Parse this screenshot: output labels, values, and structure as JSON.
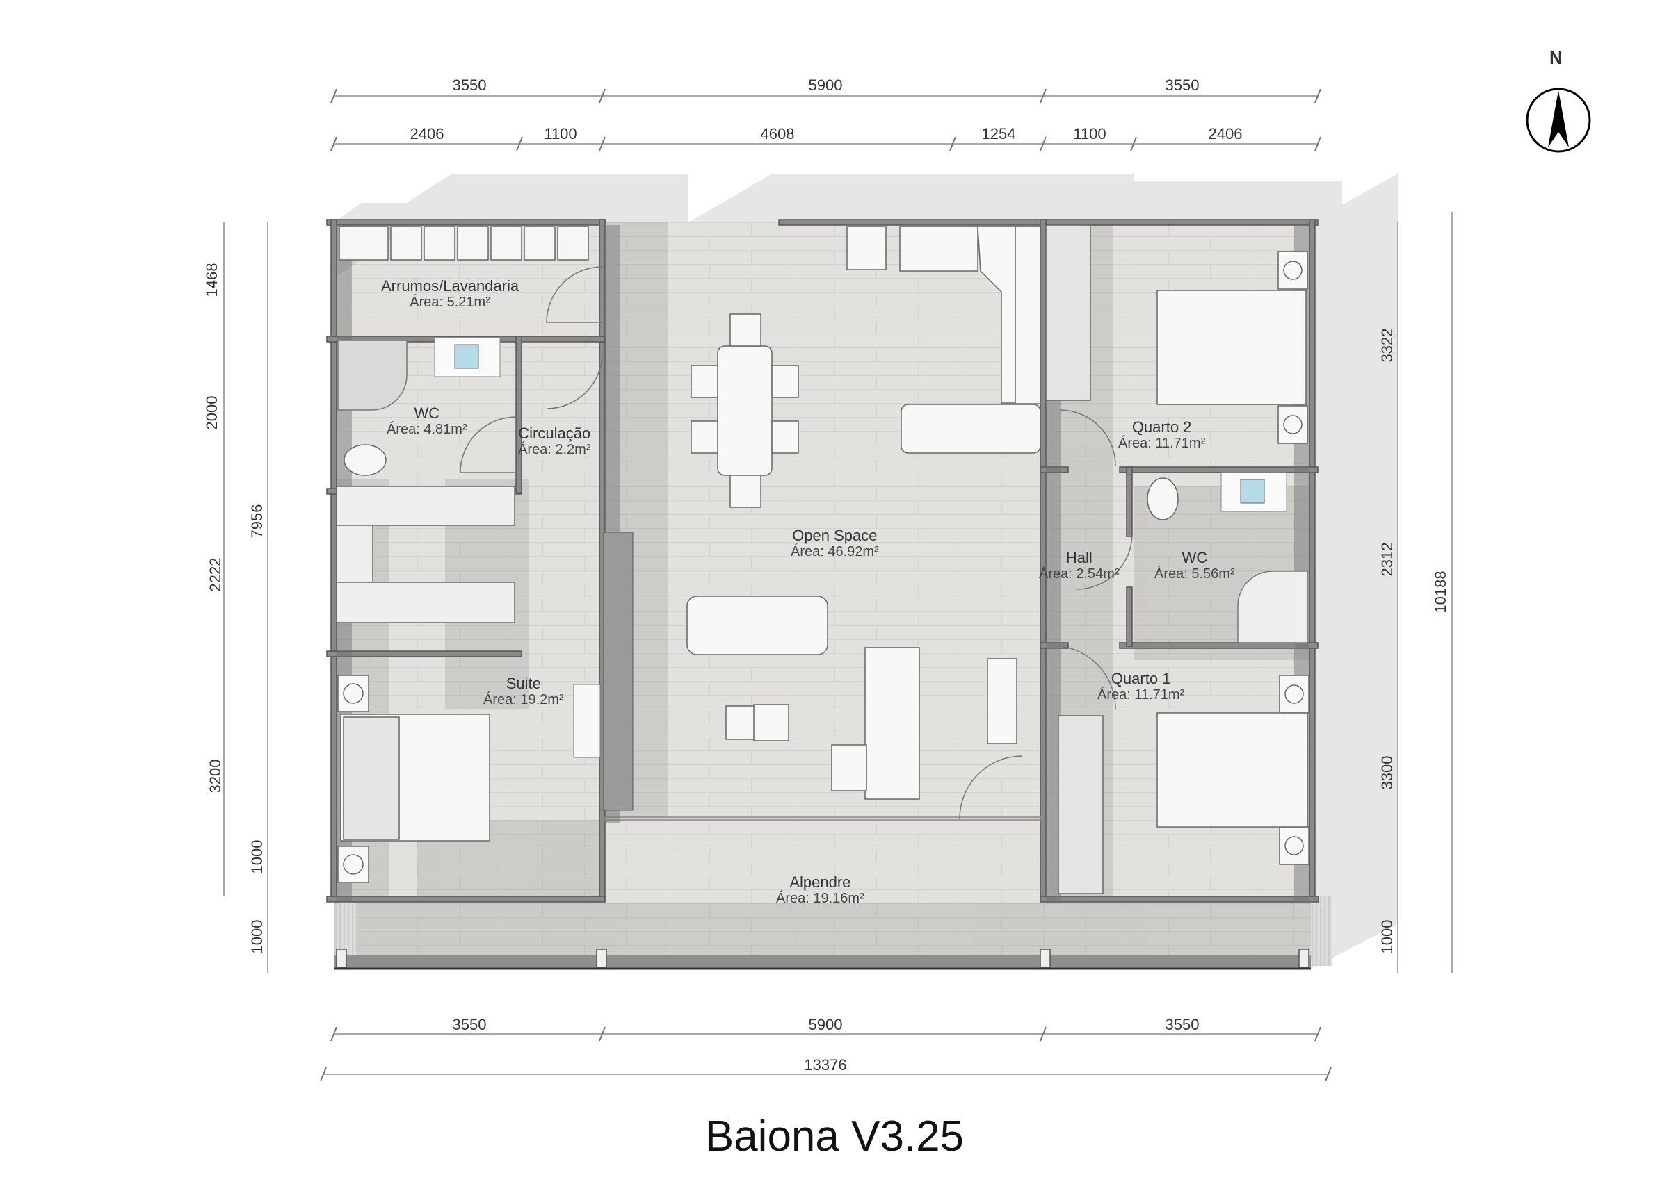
{
  "title": "Baiona V3.25",
  "north_label": "N",
  "area_prefix": "Área:",
  "rooms": {
    "arrumos": {
      "name": "Arrumos/Lavandaria",
      "area": "Área: 5.21m²"
    },
    "wc_left": {
      "name": "WC",
      "area": "Área: 4.81m²"
    },
    "circulacao": {
      "name": "Circulação",
      "area": "Área: 2.2m²"
    },
    "suite": {
      "name": "Suite",
      "area": "Área: 19.2m²"
    },
    "open_space": {
      "name": "Open Space",
      "area": "Área: 46.92m²"
    },
    "hall": {
      "name": "Hall",
      "area": "Área: 2.54m²"
    },
    "wc_right": {
      "name": "WC",
      "area": "Área: 5.56m²"
    },
    "quarto2": {
      "name": "Quarto 2",
      "area": "Área: 11.71m²"
    },
    "quarto1": {
      "name": "Quarto 1",
      "area": "Área: 11.71m²"
    },
    "alpendre": {
      "name": "Alpendre",
      "area": "Área: 19.16m²"
    }
  },
  "dimensions": {
    "top_row1": [
      "3550",
      "5900",
      "3550"
    ],
    "top_row2": [
      "2406",
      "1100",
      "4608",
      "1254",
      "1100",
      "2406"
    ],
    "left_inner": [
      "1468",
      "2000",
      "2222",
      "3200",
      "1000"
    ],
    "left_outer": [
      "7956",
      "1000"
    ],
    "right_inner": [
      "3322",
      "2312",
      "3300",
      "1000"
    ],
    "right_outer": [
      "10188"
    ],
    "bottom_row1": [
      "3550",
      "5900",
      "3550"
    ],
    "bottom_total": "13376"
  },
  "colors": {
    "floor": "#e2e1dd",
    "wall": "#8a8a8a",
    "wall_dark": "#6e6e6e",
    "shadow": "#a9a9a9",
    "furniture": "#f8f8f8",
    "sink_blue": "#b6dbe8",
    "dim_line": "#b0b0b0"
  }
}
